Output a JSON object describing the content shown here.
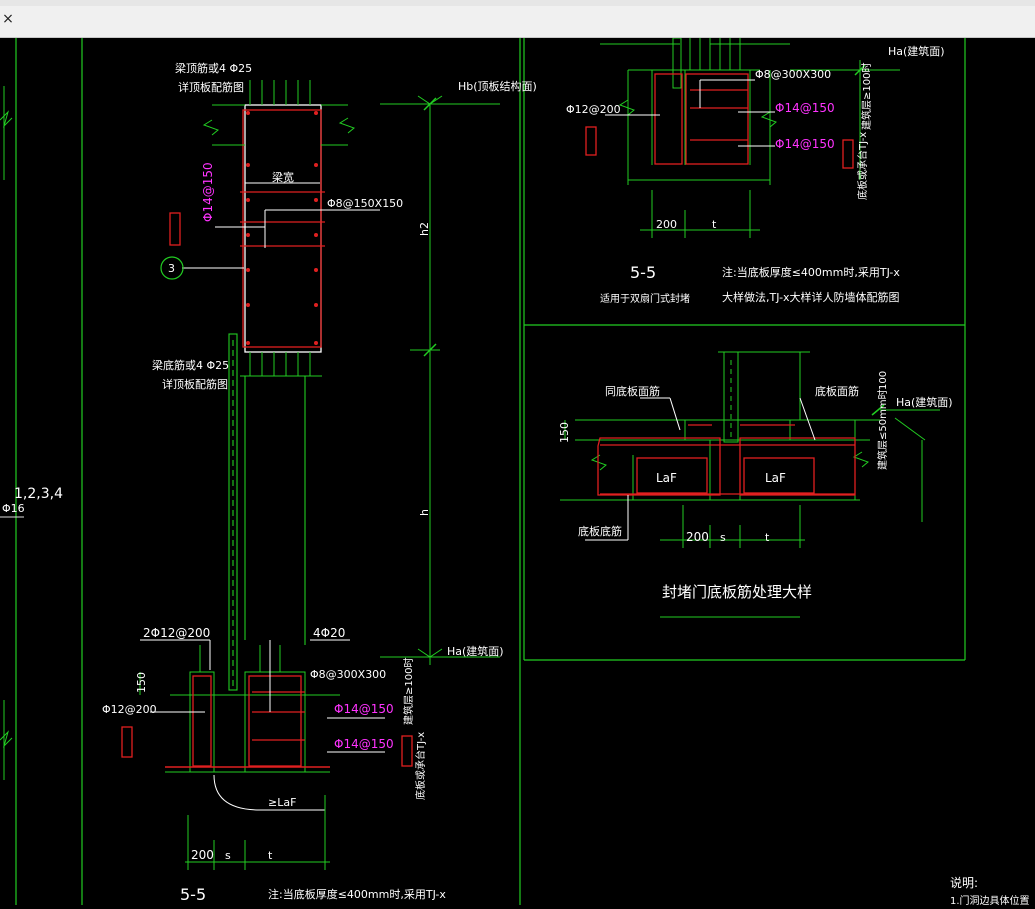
{
  "window": {
    "close_label": "×"
  },
  "colors": {
    "green": "#22cc22",
    "red": "#e02020",
    "white": "#ffffff",
    "magenta": "#ff33ff",
    "cyan": "#33cccc",
    "yellow": "#dddd33"
  },
  "left_edge": {
    "label_1234": "1,2,3,4",
    "label_phi16": "Φ16"
  },
  "wall_detail": {
    "top_beam_note1": "梁顶筋或4 Φ25",
    "top_beam_note2": "详顶板配筋图",
    "hb_label": "Hb(顶板结构面)",
    "beam_width": "梁宽",
    "stirrup": "Φ8@150X150",
    "vertical_bar": "Φ14@150",
    "circle_num": "3",
    "h2": "h2",
    "h": "h",
    "bottom_beam_note1": "梁底筋或4 Φ25",
    "bottom_beam_note2": "详顶板配筋图",
    "bars_2phi12": "2Φ12@200",
    "bars_4phi20": "4Φ20",
    "ha_label": "Ha(建筑面)",
    "dim_150": "150",
    "stirrup2": "Φ8@300X300",
    "phi12_200": "Φ12@200",
    "phi14_a": "Φ14@150",
    "phi14_b": "Φ14@150",
    "vert_note": "底板或承台TJ-x",
    "vert_note2": "建筑层≥100时",
    "laf": "≥LaF",
    "dim_200": "200",
    "dim_s": "s",
    "dim_t": "t",
    "section": "5-5",
    "note": "注:当底板厚度≤400mm时,采用TJ-x"
  },
  "right_top": {
    "stirrup": "Φ8@300X300",
    "ha_label": "Ha(建筑面)",
    "phi12": "Φ12@200",
    "phi14_a": "Φ14@150",
    "phi14_b": "Φ14@150",
    "vert_note": "底板或承台TJ-x",
    "vert_note2": "建筑层≥100时",
    "dim_200": "200",
    "dim_t": "t",
    "section": "5-5",
    "subtitle": "适用于双扇门式封堵",
    "note1": "注:当底板厚度≤400mm时,采用TJ-x",
    "note2": "大样做法,TJ-x大样详人防墙体配筋图"
  },
  "right_bottom": {
    "same_rebar": "同底板面筋",
    "top_rebar": "底板面筋",
    "ha_label": "Ha(建筑面)",
    "dim_150": "150",
    "vert_note": "建筑层≤50mm时",
    "vert_note2": "100",
    "laf1": "LaF",
    "laf2": "LaF",
    "bottom_rebar": "底板底筋",
    "dim_200": "200",
    "dim_s": "s",
    "dim_t": "t",
    "title": "封堵门底板筋处理大样"
  },
  "explain": {
    "label": "说明:",
    "item1": "1.门洞边具体位置"
  }
}
